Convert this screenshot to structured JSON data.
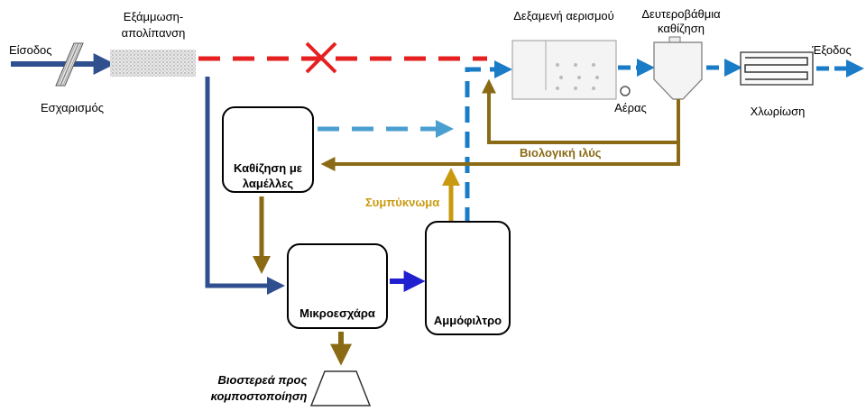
{
  "labels": {
    "inlet": "Είσοδος",
    "screening": "Εσχαρισμός",
    "degritting": "Εξάμμωση-\nαπολίπανση",
    "aeration_tank": "Δεξαμενή αερισμού",
    "secondary_settling": "Δευτεροβάθμια\nκαθίζηση",
    "outlet": "Έξοδος",
    "air": "Αέρας",
    "chlorination": "Χλωρίωση",
    "biological_sludge": "Βιολογική ιλύς",
    "lamella_settling": "Καθίζηση με\nλαμέλλες",
    "concentrate": "Συμπύκνωμα",
    "microscreen": "Μικροεσχάρα",
    "sand_filter": "Αμμόφιλτρο",
    "biosolids": "Βιοστερεά προς\nκομποστοποίηση"
  },
  "colors": {
    "main_flow": "#2f4f8f",
    "treated_flow": "#1a7cc7",
    "light_flow": "#4a9fd0",
    "blocked_flow": "#e62020",
    "sludge": "#8a6a14",
    "concentrate": "#c99a10",
    "filter_flow": "#2020d0"
  }
}
